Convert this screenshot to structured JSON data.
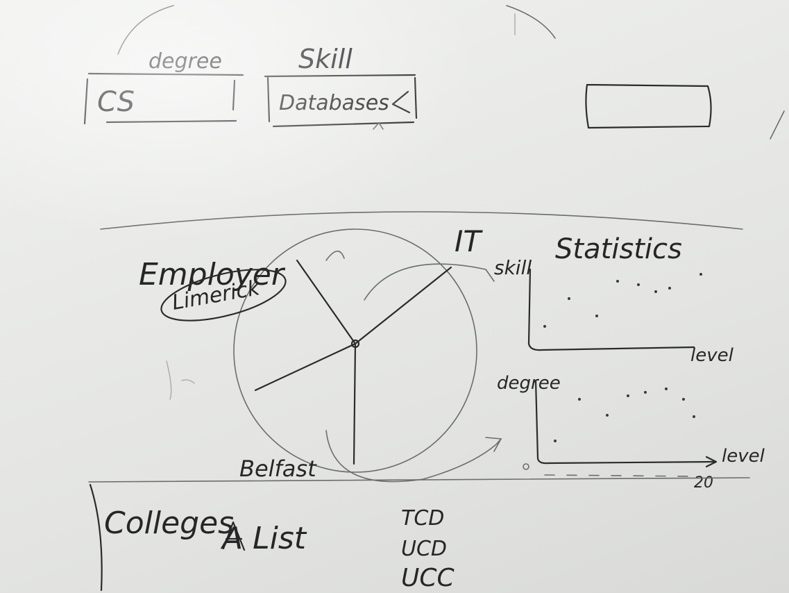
{
  "top_fields": {
    "degree_label": "degree",
    "degree_value": "CS",
    "skill_label": "Skill",
    "skill_value": "Databases",
    "third_box_value": ""
  },
  "pie_section": {
    "employer_label": "Employer",
    "slices": [
      "Limerick",
      "IT",
      "Belfast"
    ]
  },
  "statistics": {
    "title": "Statistics",
    "chart1_y_label": "skill",
    "chart1_x_label": "level",
    "chart2_y_label": "degree",
    "chart2_x_label": "level",
    "chart2_x_max": "20"
  },
  "colleges": {
    "label": "Colleges",
    "a_list_label": "A List",
    "items": [
      "TCD",
      "UCD",
      "UCC"
    ]
  }
}
